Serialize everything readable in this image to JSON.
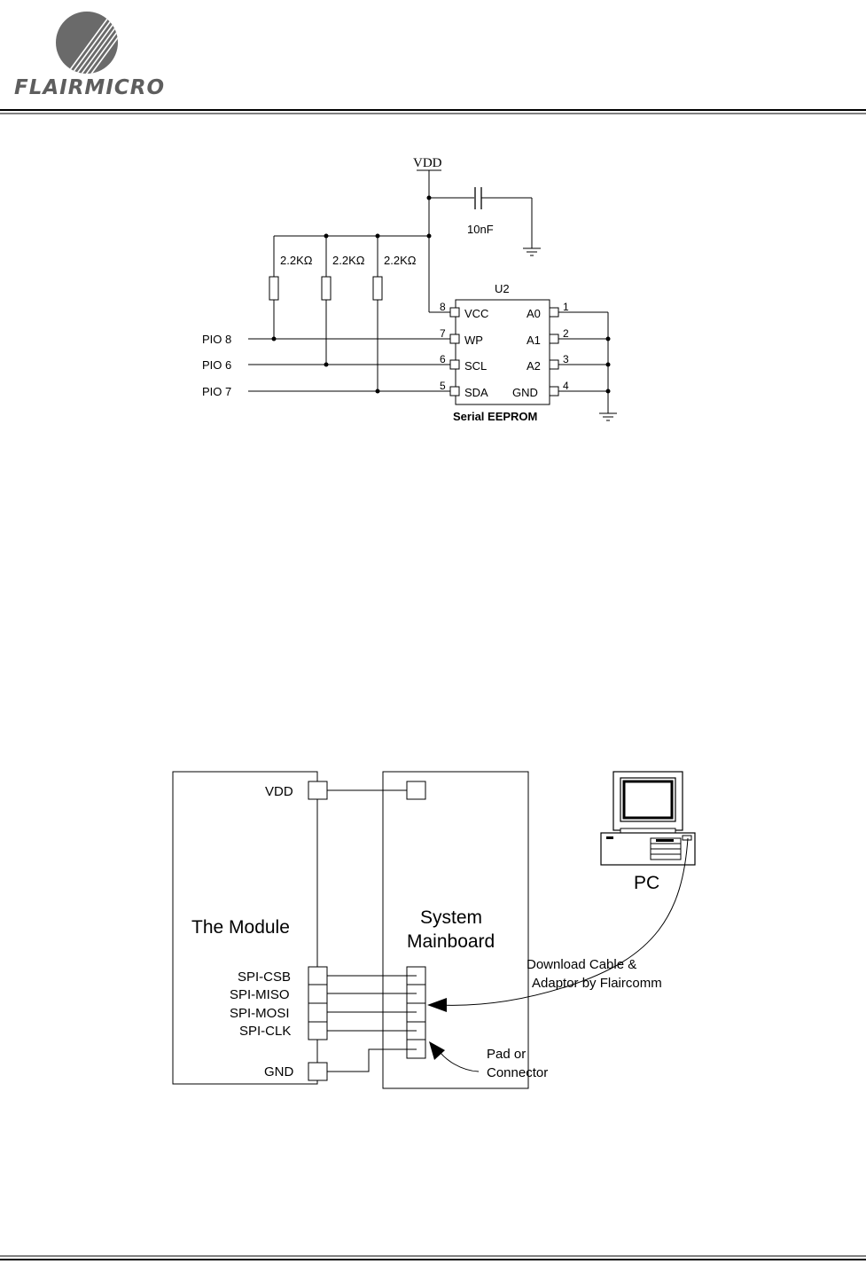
{
  "header": {
    "brand": "FLAIRMICRO",
    "logo_icon": "flairmicro-swoosh-logo"
  },
  "eeprom_schematic": {
    "supply_label": "VDD",
    "capacitor_label": "10nF",
    "resistor_labels": [
      "2.2KΩ",
      "2.2KΩ",
      "2.2KΩ"
    ],
    "chip_ref": "U2",
    "chip_caption": "Serial EEPROM",
    "left_pins": [
      {
        "num": "8",
        "name": "VCC"
      },
      {
        "num": "7",
        "name": "WP"
      },
      {
        "num": "6",
        "name": "SCL"
      },
      {
        "num": "5",
        "name": "SDA"
      }
    ],
    "right_pins": [
      {
        "num": "1",
        "name": "A0"
      },
      {
        "num": "2",
        "name": "A1"
      },
      {
        "num": "3",
        "name": "A2"
      },
      {
        "num": "4",
        "name": "GND"
      }
    ],
    "nets": [
      "PIO 8",
      "PIO 6",
      "PIO 7"
    ]
  },
  "spi_diagram": {
    "module_label": "The Module",
    "mainboard_label_line1": "System",
    "mainboard_label_line2": "Mainboard",
    "module_pins": [
      "VDD",
      "SPI-CSB",
      "SPI-MISO",
      "SPI-MOSI",
      "SPI-CLK",
      "GND"
    ],
    "pc_label": "PC",
    "cable_label_line1": "Download Cable &",
    "cable_label_line2": "Adaptor by Flaircomm",
    "pad_label_line1": "Pad or",
    "pad_label_line2": "Connector",
    "pc_icon": "desktop-computer-icon"
  },
  "colors": {
    "logo_gray": "#5e5e5e",
    "line": "#000000"
  }
}
